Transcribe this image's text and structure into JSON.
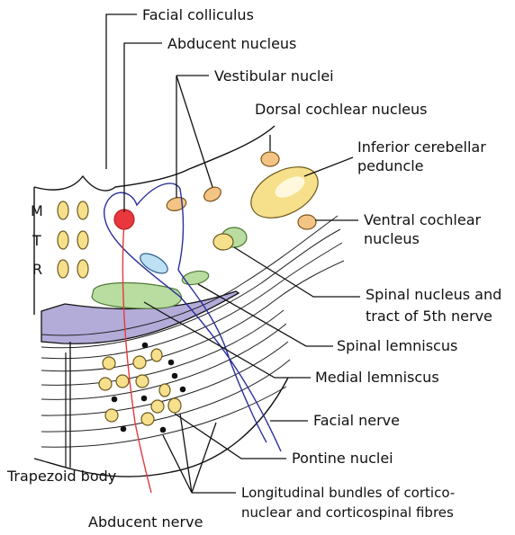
{
  "labels": {
    "facial_colliculus": "Facial colliculus",
    "abducent_nucleus": "Abducent nucleus",
    "vestibular_nuclei": "Vestibular nuclei",
    "dorsal_cochlear_nucleus": "Dorsal cochlear nucleus",
    "inferior_cerebellar_peduncle_1": "Inferior cerebellar",
    "inferior_cerebellar_peduncle_2": "peduncle",
    "ventral_cochlear_nucleus_1": "Ventral cochlear",
    "ventral_cochlear_nucleus_2": "nucleus",
    "spinal_nucleus_1": "Spinal nucleus and",
    "spinal_nucleus_2": "tract of 5th nerve",
    "spinal_lemniscus": "Spinal lemniscus",
    "medial_lemniscus": "Medial lemniscus",
    "facial_nerve": "Facial nerve",
    "pontine_nuclei": "Pontine nuclei",
    "longitudinal_bundles_1": "Longitudinal bundles of cortico-",
    "longitudinal_bundles_2": "nuclear and corticospinal fibres",
    "trapezoid_body": "Trapezoid body",
    "abducent_nerve": "Abducent nerve"
  },
  "lemniscus_letters": [
    "M",
    "T",
    "R"
  ],
  "colors": {
    "abducent_red": "#e8383d",
    "facial_blue": "#2b2f9a",
    "trapezoid_purple": "#b3acd9",
    "nucleus_yellow": "#f7e08c",
    "vestibular_orange": "#f3c483",
    "lemniscus_green": "#b9dca0",
    "tract_lightblue": "#bde0f4"
  }
}
